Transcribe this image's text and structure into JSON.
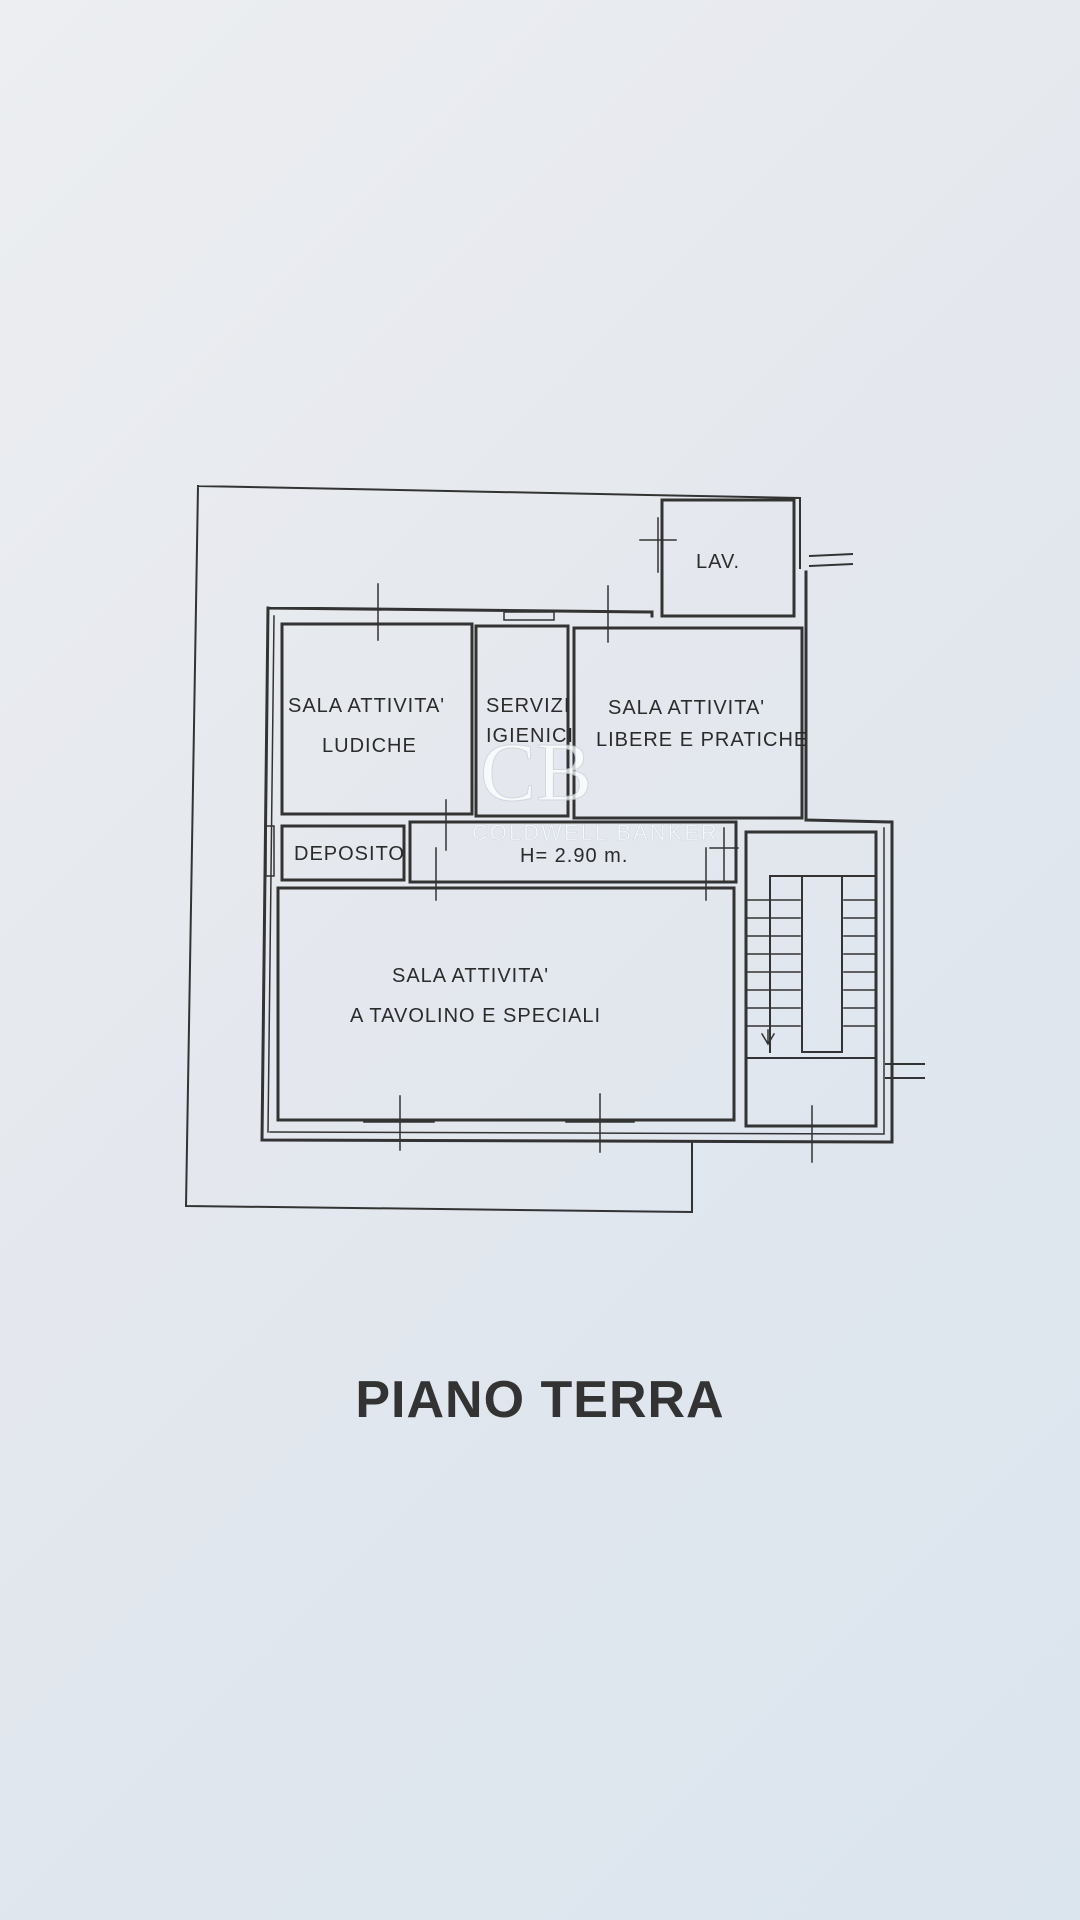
{
  "colors": {
    "paper": "#e8ebef",
    "ink": "#2b2b2b",
    "watermark": "#ffffff"
  },
  "watermark": {
    "monogram": "CB",
    "text": "COLDWELL BANKER"
  },
  "rooms": {
    "lav": "LAV.",
    "ludiche_line1": "SALA  ATTIVITA'",
    "ludiche_line2": "LUDICHE",
    "servizi_line1": "SERVIZI",
    "servizi_line2": "IGIENICI",
    "libere_line1": "SALA  ATTIVITA'",
    "libere_line2": "LIBERE E PRATICHE",
    "deposito": "DEPOSITO",
    "height": "H= 2.90 m.",
    "tavolino_line1": "SALA  ATTIVITA'",
    "tavolino_line2": "A TAVOLINO E SPECIALI"
  },
  "title": "PIANO TERRA"
}
